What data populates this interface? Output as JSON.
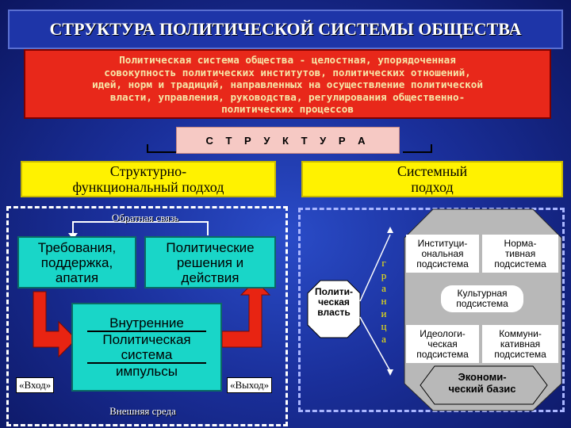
{
  "title": "СТРУКТУРА ПОЛИТИЧЕСКОЙ СИСТЕМЫ ОБЩЕСТВА",
  "definition": {
    "lines": [
      "Политическая система общества - целостная, упорядоченная",
      "совокупность политических институтов, политических отношений,",
      "идей, норм и традиций, направленных на осуществление политической",
      "власти, управления, руководства, регулирования общественно-",
      "политических процессов"
    ]
  },
  "structure_label": "С Т Р У К Т У Р А",
  "left_approach": {
    "line1": "Структурно-",
    "line2": "функциональный подход"
  },
  "right_approach": {
    "line1": "Системный",
    "line2": "подход"
  },
  "left_panel": {
    "feedback": "Обратная связь",
    "demands": {
      "line1": "Требования,",
      "line2": "поддержка,",
      "line3": "апатия"
    },
    "decisions": {
      "line1": "Политические",
      "line2": "решения и",
      "line3": "действия"
    },
    "system": {
      "line1": "Внутренние",
      "line2": "Политическая",
      "line3": "система",
      "line4": "импульсы"
    },
    "input": "«Вход»",
    "output": "«Выход»",
    "environment": "Внешняя среда"
  },
  "right_panel": {
    "power": {
      "line1": "Полити-",
      "line2": "ческая",
      "line3": "власть"
    },
    "border_letters": [
      "г",
      "р",
      "а",
      "н",
      "и",
      "ц",
      "а"
    ],
    "institutional": {
      "line1": "Институци-",
      "line2": "ональная",
      "line3": "подсистема"
    },
    "normative": {
      "line1": "Норма-",
      "line2": "тивная",
      "line3": "подсистема"
    },
    "cultural": {
      "line1": "Культурная",
      "line2": "подсистема"
    },
    "ideological": {
      "line1": "Идеологи-",
      "line2": "ческая",
      "line3": "подсистема"
    },
    "communicative": {
      "line1": "Коммуни-",
      "line2": "кативная",
      "line3": "подсистема"
    },
    "economic": {
      "line1": "Экономи-",
      "line2": "ческий базис"
    }
  },
  "colors": {
    "background": "#1a2f9a",
    "definition_bg": "#e8281a",
    "definition_text": "#f6e7a8",
    "approach_bg": "#fff200",
    "teal": "#19d6c8",
    "arrow_red": "#e82412",
    "octagon": "#b8b8b8"
  }
}
